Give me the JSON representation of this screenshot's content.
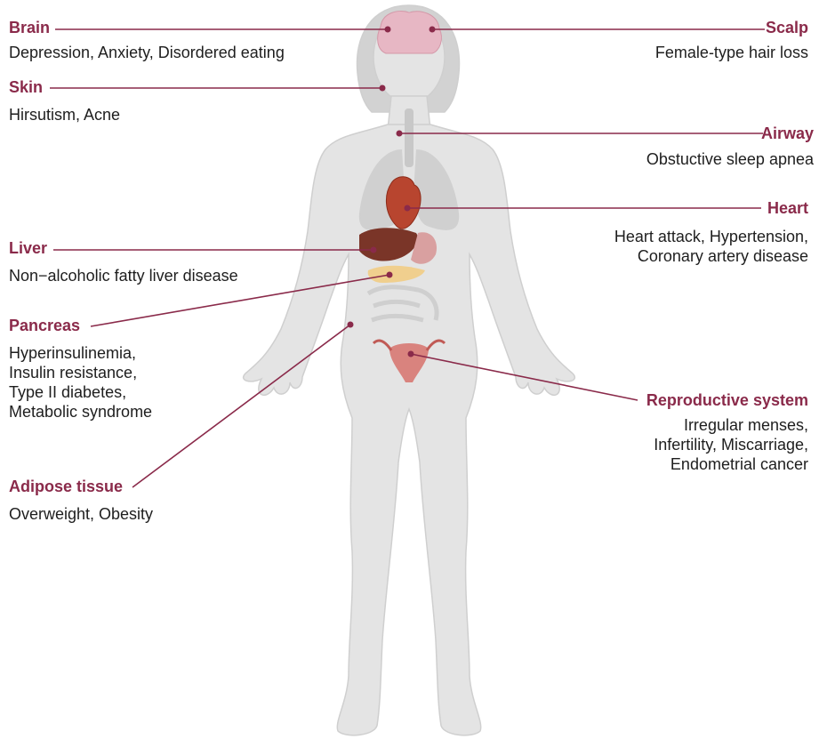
{
  "colors": {
    "accent": "#8a2a4a",
    "body": "#e3e3e3",
    "text": "#1e1e1e"
  },
  "labels": {
    "brain": {
      "title": "Brain",
      "desc": [
        "Depression, Anxiety, Disordered eating"
      ]
    },
    "skin": {
      "title": "Skin",
      "desc": [
        "Hirsutism, Acne"
      ]
    },
    "liver": {
      "title": "Liver",
      "desc": [
        "Non−alcoholic fatty liver disease"
      ]
    },
    "pancreas": {
      "title": "Pancreas",
      "desc": [
        "Hyperinsulinemia,",
        "Insulin resistance,",
        "Type II diabetes,",
        "Metabolic syndrome"
      ]
    },
    "adipose": {
      "title": "Adipose tissue",
      "desc": [
        "Overweight, Obesity"
      ]
    },
    "scalp": {
      "title": "Scalp",
      "desc": [
        "Female-type hair loss"
      ]
    },
    "airway": {
      "title": "Airway",
      "desc": [
        "Obstuctive sleep apnea"
      ]
    },
    "heart": {
      "title": "Heart",
      "desc": [
        "Heart attack, Hypertension,",
        "Coronary artery disease"
      ]
    },
    "reproductive": {
      "title": "Reproductive system",
      "desc": [
        "Irregular menses,",
        "Infertility, Miscarriage,",
        "Endometrial cancer"
      ]
    }
  }
}
